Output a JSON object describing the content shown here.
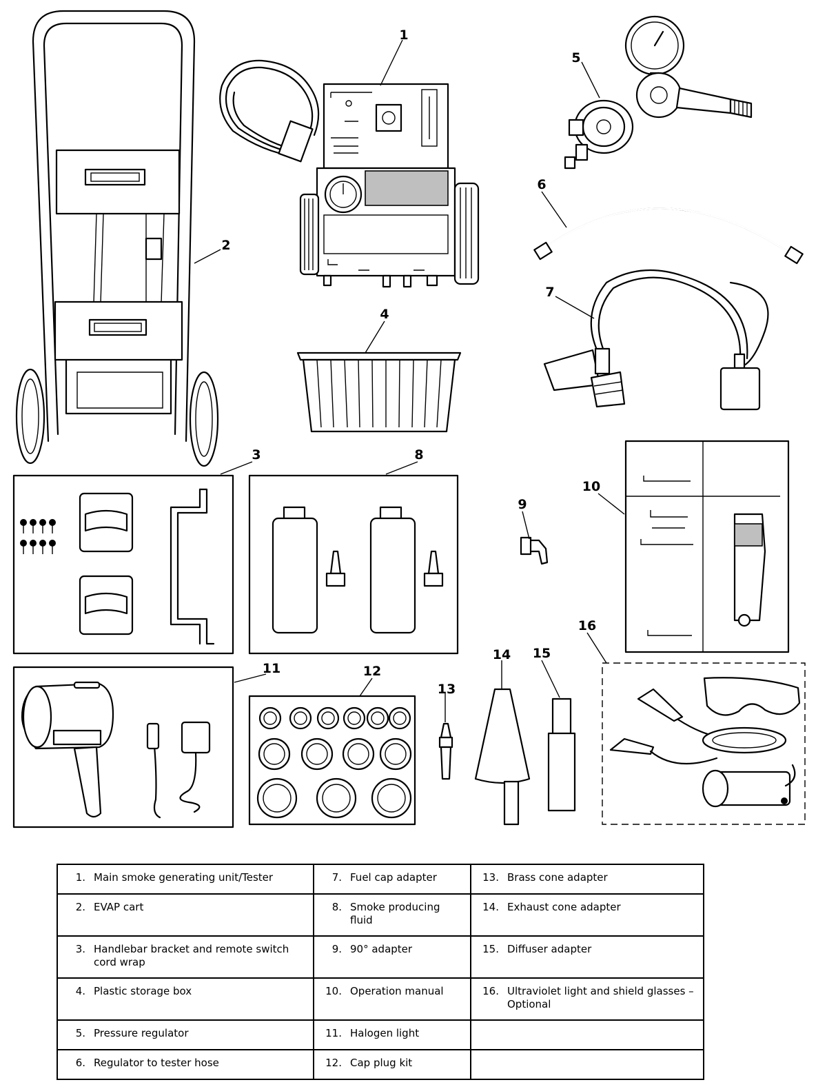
{
  "callouts": [
    {
      "number": "1"
    },
    {
      "number": "2"
    },
    {
      "number": "3"
    },
    {
      "number": "4"
    },
    {
      "number": "5"
    },
    {
      "number": "6"
    },
    {
      "number": "7"
    },
    {
      "number": "8"
    },
    {
      "number": "9"
    },
    {
      "number": "10"
    },
    {
      "number": "11"
    },
    {
      "number": "12"
    },
    {
      "number": "13"
    },
    {
      "number": "14"
    },
    {
      "number": "15"
    },
    {
      "number": "16"
    }
  ],
  "legend": [
    [
      {
        "number": "1.",
        "text": "Main smoke generating unit/Tester"
      },
      {
        "number": "7.",
        "text": "Fuel cap adapter"
      },
      {
        "number": "13.",
        "text": "Brass cone adapter"
      }
    ],
    [
      {
        "number": "2.",
        "text": "EVAP cart"
      },
      {
        "number": "8.",
        "text": "Smoke producing fluid"
      },
      {
        "number": "14.",
        "text": "Exhaust cone adapter"
      }
    ],
    [
      {
        "number": "3.",
        "text": "Handlebar bracket and remote switch cord wrap"
      },
      {
        "number": "9.",
        "text": "90° adapter"
      },
      {
        "number": "15.",
        "text": "Diffuser adapter"
      }
    ],
    [
      {
        "number": "4.",
        "text": "Plastic storage box"
      },
      {
        "number": "10.",
        "text": "Operation manual"
      },
      {
        "number": "16.",
        "text": "Ultraviolet light and shield glasses – Optional"
      }
    ],
    [
      {
        "number": "5.",
        "text": "Pressure regulator"
      },
      {
        "number": "11.",
        "text": "Halogen light"
      },
      {
        "number": "",
        "text": ""
      }
    ],
    [
      {
        "number": "6.",
        "text": "Regulator to tester hose"
      },
      {
        "number": "12.",
        "text": "Cap plug kit"
      },
      {
        "number": "",
        "text": ""
      }
    ]
  ]
}
